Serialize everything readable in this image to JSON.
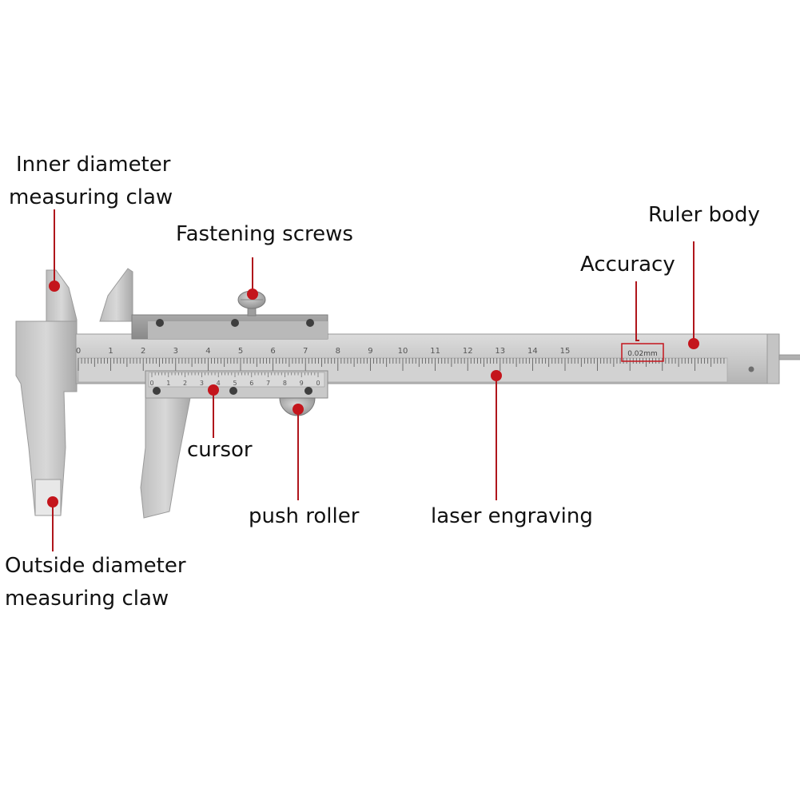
{
  "labels": {
    "inner_claw_line1": "Inner diameter",
    "inner_claw_line2": "measuring claw",
    "fastening_screws": "Fastening screws",
    "ruler_body": "Ruler body",
    "accuracy": "Accuracy",
    "cursor": "cursor",
    "push_roller": "push roller",
    "laser_engraving": "laser engraving",
    "outside_claw_line1": "Outside diameter",
    "outside_claw_line2": "measuring claw"
  },
  "main_scale": {
    "numbers": [
      "0",
      "1",
      "2",
      "3",
      "4",
      "5",
      "6",
      "7",
      "8",
      "9",
      "10",
      "11",
      "12",
      "13",
      "14",
      "15"
    ]
  },
  "vernier_scale": {
    "numbers": [
      "0",
      "1",
      "2",
      "3",
      "4",
      "5",
      "6",
      "7",
      "8",
      "9",
      "0"
    ]
  },
  "accuracy_box_text": "0.02mm",
  "colors": {
    "marker": "#c4151c",
    "leader": "#b0161c",
    "steel_light": "#d6d6d6",
    "steel_mid": "#bdbdbd",
    "steel_dark": "#8a8a8a",
    "text": "#111111"
  }
}
